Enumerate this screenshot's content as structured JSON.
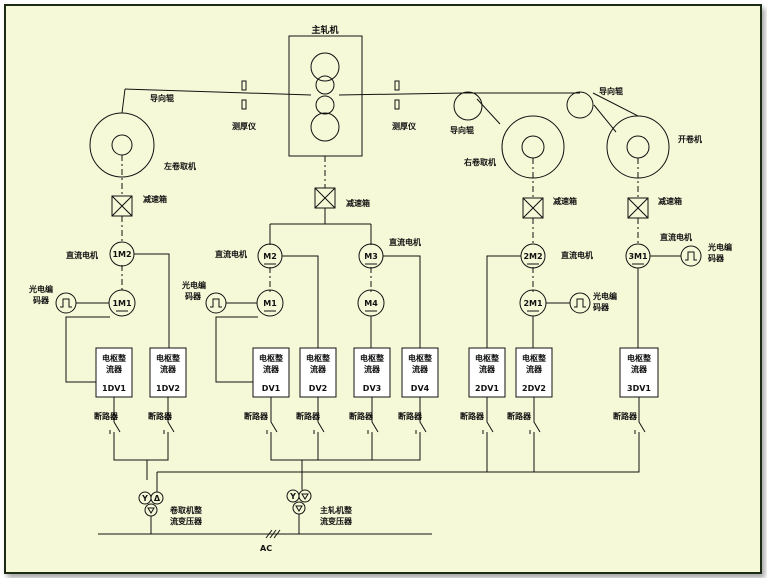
{
  "diagram": {
    "main_mill": "主轧机",
    "guide_roll": "导向辊",
    "thickness_gauge": "测厚仪",
    "reduction_box": "减速箱",
    "dc_motor": "直流电机",
    "encoder_line1": "光电编",
    "encoder_line2": "码器",
    "rectifier_line1": "电枢整",
    "rectifier_line2": "流器",
    "breaker": "断路器",
    "left_coiler": "左卷取机",
    "right_coiler": "右卷取机",
    "uncoiler": "开卷机",
    "coiler_transformer_line1": "卷取机整",
    "coiler_transformer_line2": "流变压器",
    "main_transformer_line1": "主轧机整",
    "main_transformer_line2": "流变压器",
    "ac": "AC",
    "motors": {
      "m_1M2": "1M2",
      "m_1M1": "1M1",
      "m_M2": "M2",
      "m_M1": "M1",
      "m_M3": "M3",
      "m_M4": "M4",
      "m_2M2": "2M2",
      "m_2M1": "2M1",
      "m_3M1": "3M1"
    },
    "rectifiers": {
      "r_1DV1": "1DV1",
      "r_1DV2": "1DV2",
      "r_DV1": "DV1",
      "r_DV2": "DV2",
      "r_DV3": "DV3",
      "r_DV4": "DV4",
      "r_2DV1": "2DV1",
      "r_2DV2": "2DV2",
      "r_3DV1": "3DV1"
    },
    "transformer_symbols": {
      "y": "Y",
      "delta": "Δ"
    }
  }
}
